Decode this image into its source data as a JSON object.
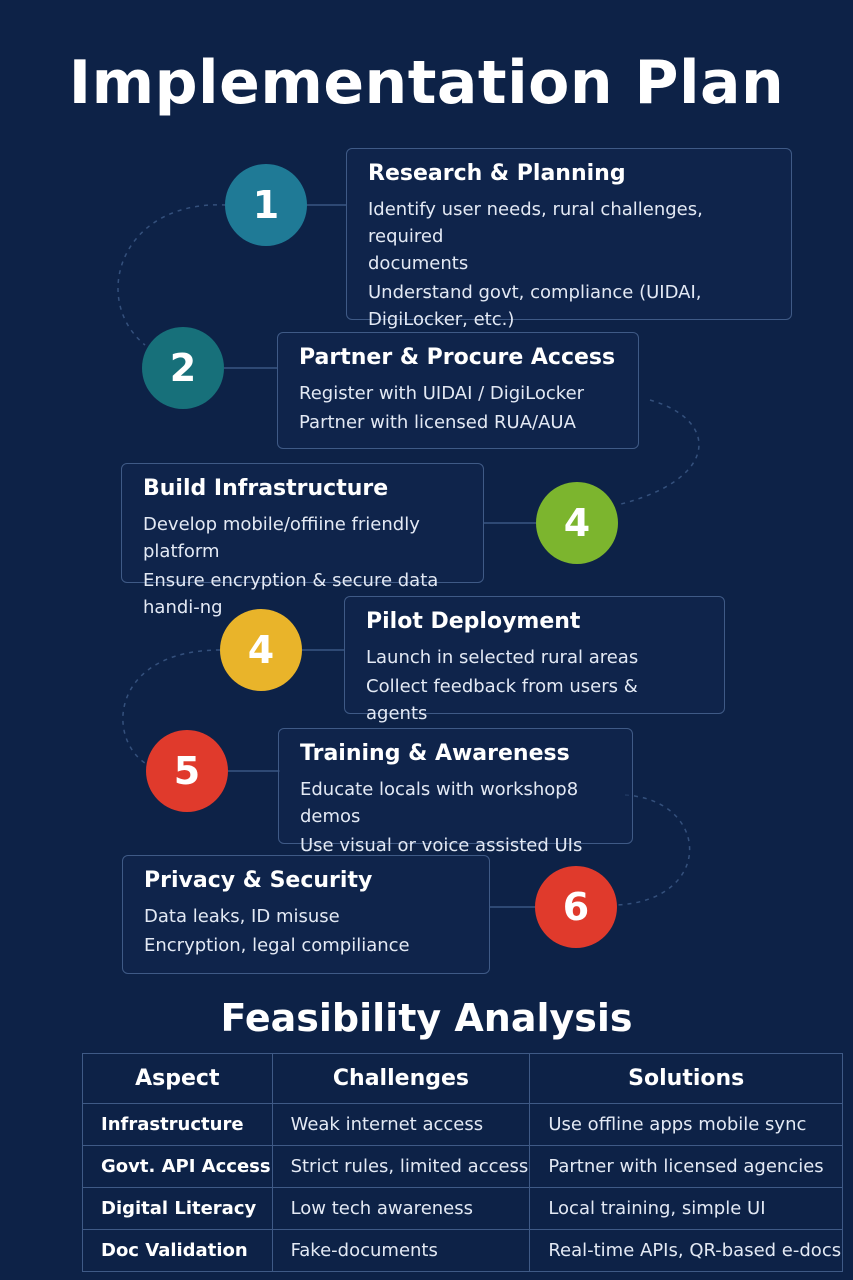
{
  "page": {
    "title": "Implementation Plan",
    "background": "#0d2247",
    "card_border": "#3f5a86"
  },
  "steps": [
    {
      "number": "1",
      "color": "#1f7a96",
      "title": "Research & Planning",
      "lines": [
        "Identify user needs, rural challenges, required",
        "documents",
        "Understand govt, compliance (UIDAI,",
        "DigiLocker, etc.)"
      ]
    },
    {
      "number": "2",
      "color": "#17707a",
      "title": "Partner & Procure Access",
      "lines": [
        "Register with UIDAI / DigiLocker",
        "Partner with licensed RUA/AUA"
      ]
    },
    {
      "number": "4",
      "color": "#7cb52e",
      "title": "Build Infrastructure",
      "lines": [
        "Develop mobile/offiine friendly platform",
        "Ensure encryption & secure data handi-ng"
      ]
    },
    {
      "number": "4",
      "color": "#e9b42a",
      "title": "Pilot Deployment",
      "lines": [
        "Launch in selected rural areas",
        "Collect feedback from users & agents"
      ]
    },
    {
      "number": "5",
      "color": "#e03a2c",
      "title": "Training & Awareness",
      "lines": [
        "Educate locals with workshop8 demos",
        "Use visual or voice assisted UIs"
      ]
    },
    {
      "number": "6",
      "color": "#e03a2c",
      "title": "Privacy & Security",
      "lines": [
        "Data leaks, ID misuse",
        "Encryption, legal compiliance"
      ]
    }
  ],
  "feasibility": {
    "title": "Feasibility Analysis",
    "headers": [
      "Aspect",
      "Challenges",
      "Solutions"
    ],
    "rows": [
      [
        "Infrastructure",
        "Weak internet access",
        "Use offline apps mobile sync"
      ],
      [
        "Govt. API Access",
        "Strict rules, limited access",
        "Partner with licensed agencies"
      ],
      [
        "Digital Literacy",
        "Low tech awareness",
        "Local training, simple UI"
      ],
      [
        "Doc Validation",
        "Fake-documents",
        "Real-time APIs, QR-based e-docs"
      ]
    ]
  }
}
